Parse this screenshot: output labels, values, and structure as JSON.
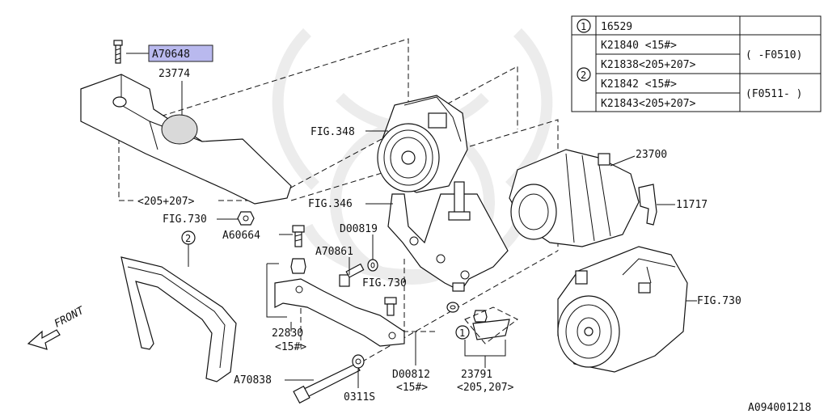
{
  "labels": {
    "a70648": "A70648",
    "p23774": "23774",
    "fig348": "FIG.348",
    "grp205_207": "<205+207>",
    "fig730_top": "FIG.730",
    "a60664": "A60664",
    "fig346": "FIG.346",
    "d00819": "D00819",
    "a70861": "A70861",
    "fig730_mid": "FIG.730",
    "p23700": "23700",
    "p11717": "11717",
    "fig730_right": "FIG.730",
    "callout2": "2",
    "front": "FRONT",
    "p22830": "22830",
    "p22830_sub": "<15#>",
    "callout1": "1",
    "a70838": "A70838",
    "p0311s": "0311S",
    "d00812": "D00812",
    "d00812_sub": "<15#>",
    "p23791": "23791",
    "p23791_sub": "<205,207>",
    "code": "A094001218"
  },
  "table": {
    "r1_no": "1",
    "r1_part": "16529",
    "r2_no": "2",
    "r2a_part": "K21840 <15#>",
    "r2b_part": "K21838<205+207>",
    "r2c_part": "K21842 <15#>",
    "r2d_part": "K21843<205+207>",
    "r2ab_note": "( -F0510)",
    "r2cd_note": "(F0511- )"
  }
}
